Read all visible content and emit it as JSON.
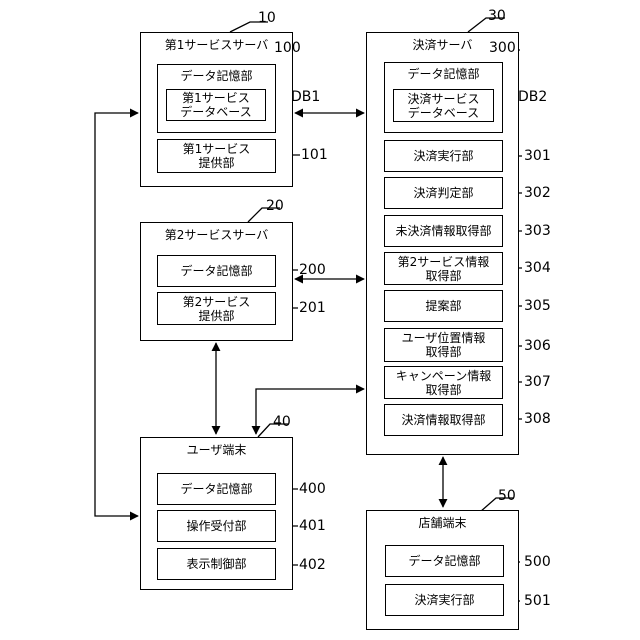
{
  "server1": {
    "ref": "10",
    "title": "第1サービスサーバ",
    "storage": {
      "ref": "100",
      "label": "データ記憶部",
      "db": {
        "ref": "DB1",
        "label": "第1サービス\nデータベース"
      }
    },
    "provider": {
      "ref": "101",
      "label": "第1サービス\n提供部"
    }
  },
  "server2": {
    "ref": "20",
    "title": "第2サービスサーバ",
    "storage": {
      "ref": "200",
      "label": "データ記憶部"
    },
    "provider": {
      "ref": "201",
      "label": "第2サービス\n提供部"
    }
  },
  "terminal": {
    "ref": "40",
    "title": "ユーザ端末",
    "units": [
      {
        "ref": "400",
        "label": "データ記憶部"
      },
      {
        "ref": "401",
        "label": "操作受付部"
      },
      {
        "ref": "402",
        "label": "表示制御部"
      }
    ]
  },
  "payment": {
    "ref": "30",
    "title": "決済サーバ",
    "storage": {
      "ref": "300",
      "label": "データ記憶部",
      "db": {
        "ref": "DB2",
        "label": "決済サービス\nデータベース"
      }
    },
    "units": [
      {
        "ref": "301",
        "label": "決済実行部"
      },
      {
        "ref": "302",
        "label": "決済判定部"
      },
      {
        "ref": "303",
        "label": "未決済情報取得部"
      },
      {
        "ref": "304",
        "label": "第2サービス情報\n取得部"
      },
      {
        "ref": "305",
        "label": "提案部"
      },
      {
        "ref": "306",
        "label": "ユーザ位置情報\n取得部"
      },
      {
        "ref": "307",
        "label": "キャンペーン情報\n取得部"
      },
      {
        "ref": "308",
        "label": "決済情報取得部"
      }
    ]
  },
  "store": {
    "ref": "50",
    "title": "店舗端末",
    "units": [
      {
        "ref": "500",
        "label": "データ記憶部"
      },
      {
        "ref": "501",
        "label": "決済実行部"
      }
    ]
  }
}
